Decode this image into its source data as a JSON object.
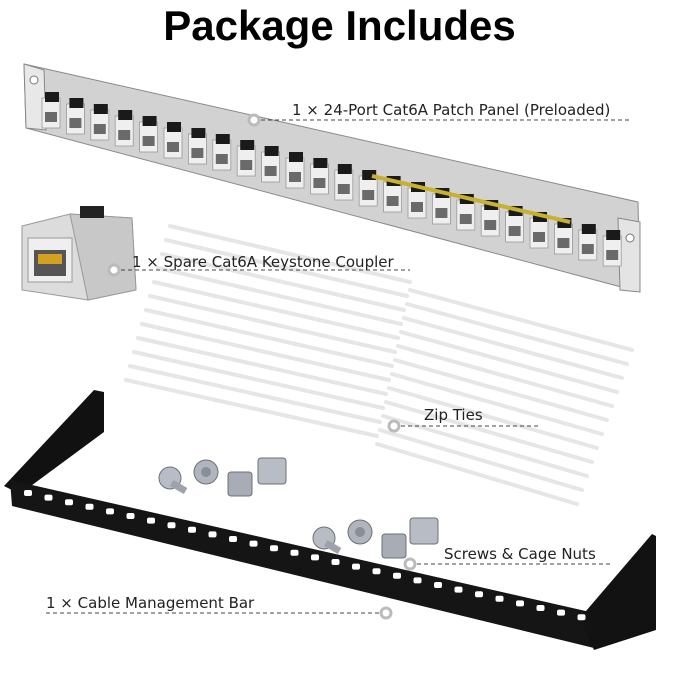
{
  "title": "Package Includes",
  "items": [
    {
      "label": "1 × 24-Port Cat6A Patch Panel (Preloaded)"
    },
    {
      "label": "1 × Spare Cat6A Keystone Coupler"
    },
    {
      "label": "Zip Ties"
    },
    {
      "label": "Screws & Cage Nuts"
    },
    {
      "label": "1 × Cable Management Bar"
    }
  ],
  "colors": {
    "text": "#000000",
    "panel": "#c8c8c8",
    "keystone": "#d9d9d9",
    "bar": "#111111",
    "ties": "#eeeeee",
    "accent": "#c8b030"
  }
}
